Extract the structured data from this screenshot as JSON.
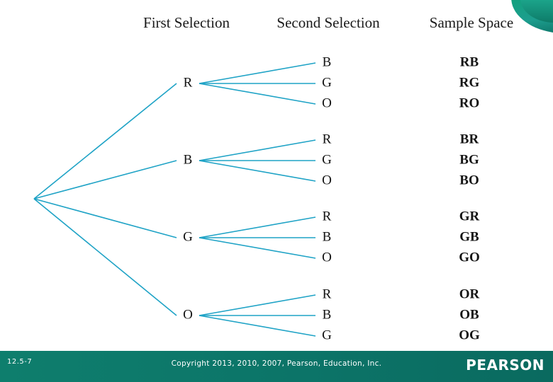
{
  "slide": {
    "number": "12.5-7",
    "copyright": "Copyright 2013, 2010, 2007, Pearson, Education, Inc.",
    "brand": "PEARSON",
    "accent_color": "#0f7c6d",
    "branch_color": "#1fa3c6"
  },
  "headings": {
    "first": "First Selection",
    "second": "Second Selection",
    "third": "Sample Space"
  },
  "chart_data": {
    "type": "tree",
    "title": "Sample Space Tree Diagram",
    "root": "",
    "first_selection": [
      "R",
      "B",
      "G",
      "O"
    ],
    "groups": [
      {
        "first": "R",
        "second": [
          "B",
          "G",
          "O"
        ],
        "outcomes": [
          "RB",
          "RG",
          "RO"
        ]
      },
      {
        "first": "B",
        "second": [
          "R",
          "G",
          "O"
        ],
        "outcomes": [
          "BR",
          "BG",
          "BO"
        ]
      },
      {
        "first": "G",
        "second": [
          "R",
          "B",
          "O"
        ],
        "outcomes": [
          "GR",
          "GB",
          "GO"
        ]
      },
      {
        "first": "O",
        "second": [
          "R",
          "B",
          "G"
        ],
        "outcomes": [
          "OR",
          "OB",
          "OG"
        ]
      }
    ]
  }
}
